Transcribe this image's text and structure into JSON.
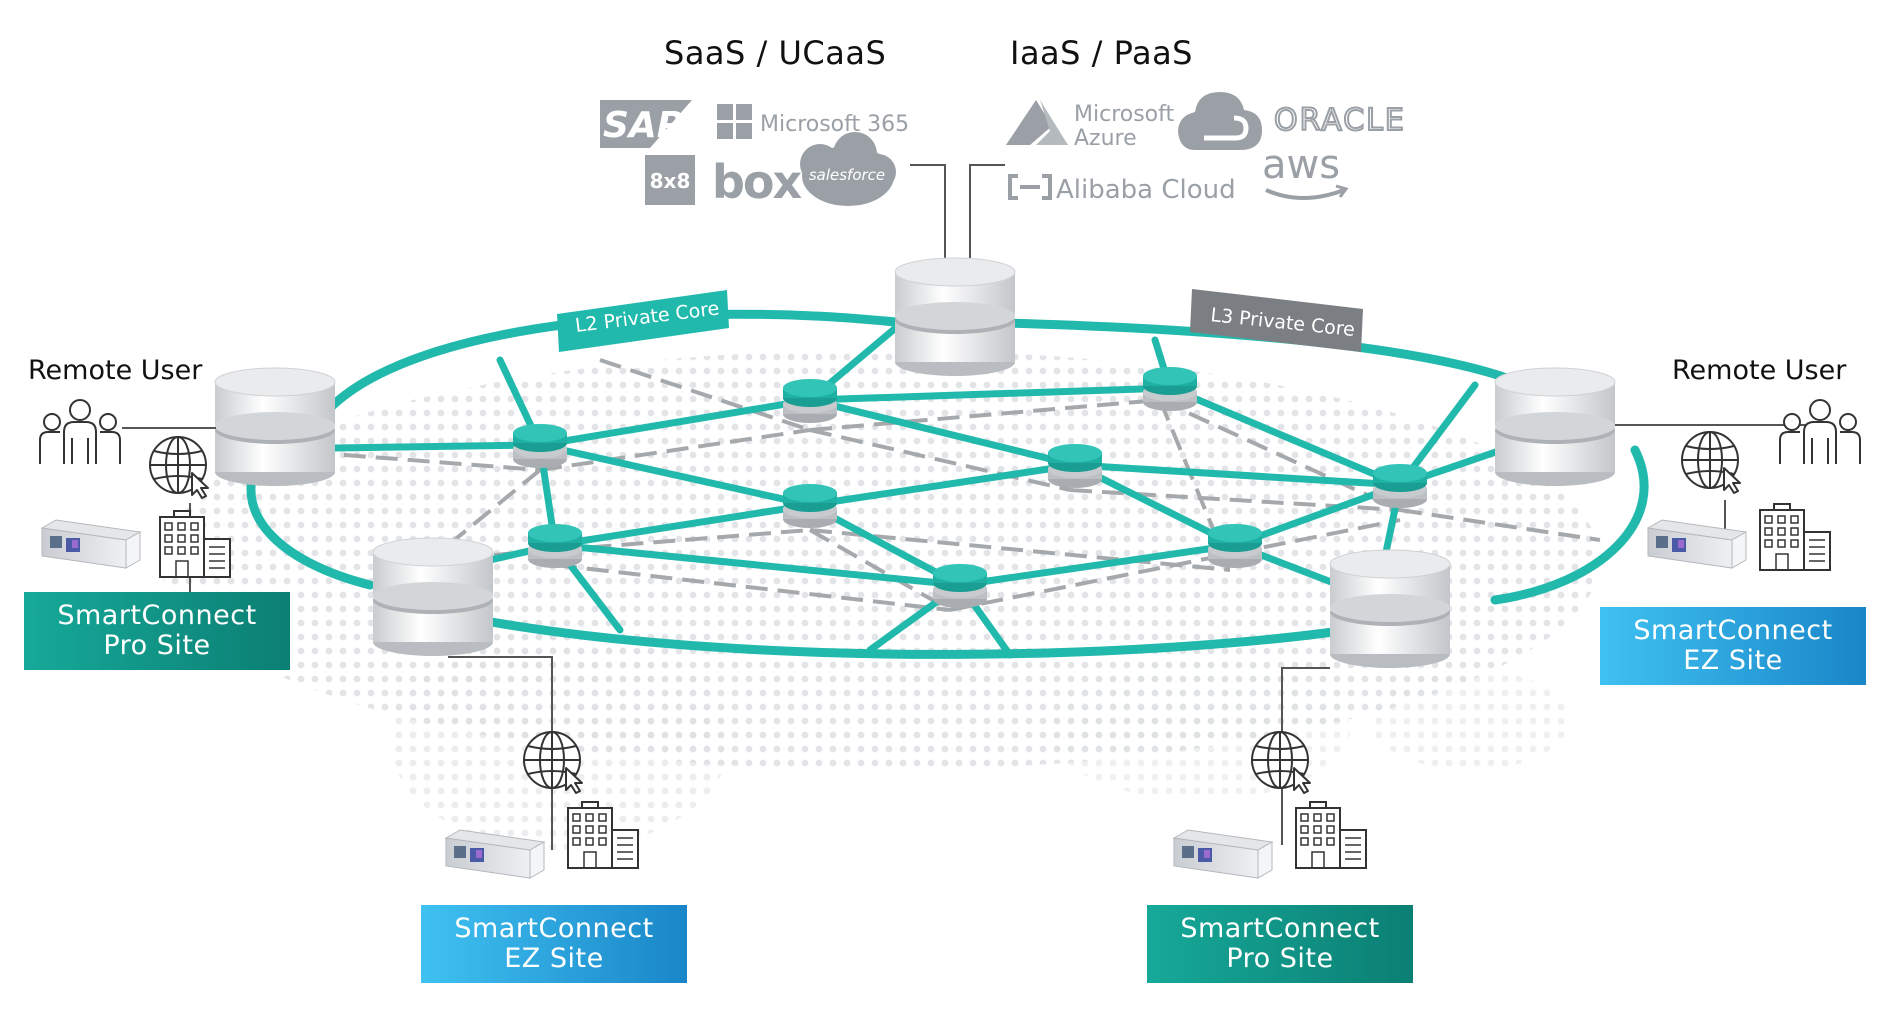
{
  "headers": {
    "saas": "SaaS /  UCaaS",
    "iaas": "IaaS / PaaS"
  },
  "logos": {
    "sap": "SAP",
    "microsoft365": "Microsoft 365",
    "eight_by_eight": "8x8",
    "box": "box",
    "salesforce": "salesforce",
    "azure_line1": "Microsoft",
    "azure_line2": "Azure",
    "alibaba": "Alibaba Cloud",
    "oracle": "ORACLE",
    "aws": "aws"
  },
  "tags": {
    "l2": "L2 Private Core",
    "l3": "L3 Private Core"
  },
  "remote_user_left": "Remote User",
  "remote_user_right": "Remote User",
  "sites": {
    "pro_left": {
      "line1": "SmartConnect",
      "line2": "Pro Site"
    },
    "ez_right": {
      "line1": "SmartConnect",
      "line2": "EZ Site"
    },
    "ez_bottom": {
      "line1": "SmartConnect",
      "line2": "EZ Site"
    },
    "pro_bottom": {
      "line1": "SmartConnect",
      "line2": "Pro Site"
    }
  },
  "colors": {
    "teal": "#22b9ad",
    "pro_site": "#11978a",
    "ez_site": "#2aa4e0",
    "grey_tag": "#7b7f83",
    "logo_grey": "#9aa0a6"
  },
  "icons": [
    "server-stack-icon",
    "router-node-icon",
    "users-icon",
    "globe-cursor-icon",
    "office-building-icon",
    "edge-appliance-icon"
  ]
}
